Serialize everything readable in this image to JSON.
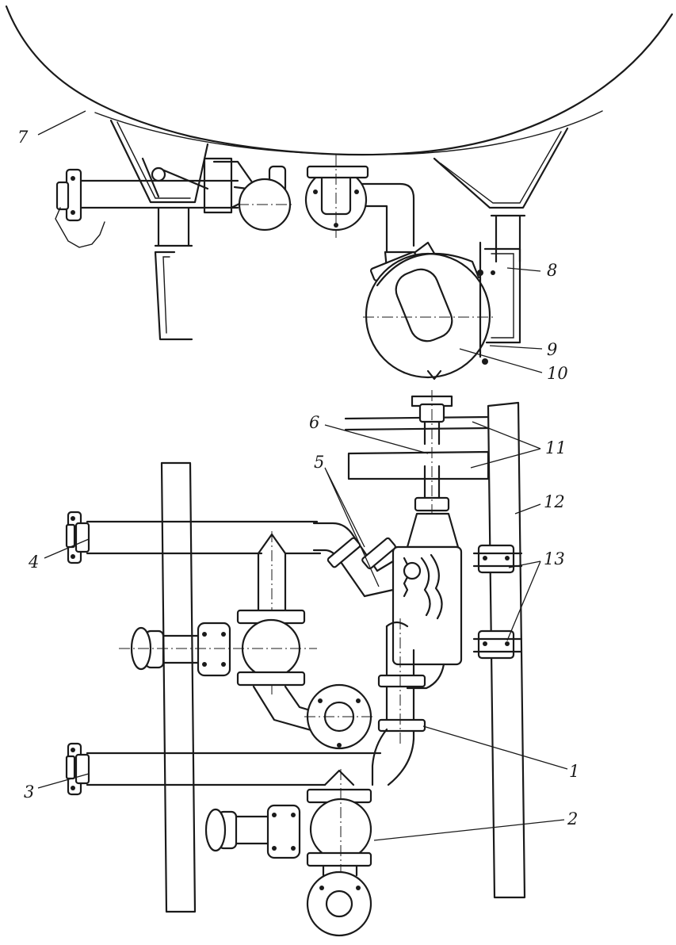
{
  "callouts": {
    "c1": "1",
    "c2": "2",
    "c3": "3",
    "c4": "4",
    "c5": "5",
    "c6": "6",
    "c7": "7",
    "c8": "8",
    "c9": "9",
    "c10": "10",
    "c11": "11",
    "c12": "12",
    "c13": "13"
  },
  "colors": {
    "ink": "#1a1a1a",
    "paper": "#ffffff"
  }
}
